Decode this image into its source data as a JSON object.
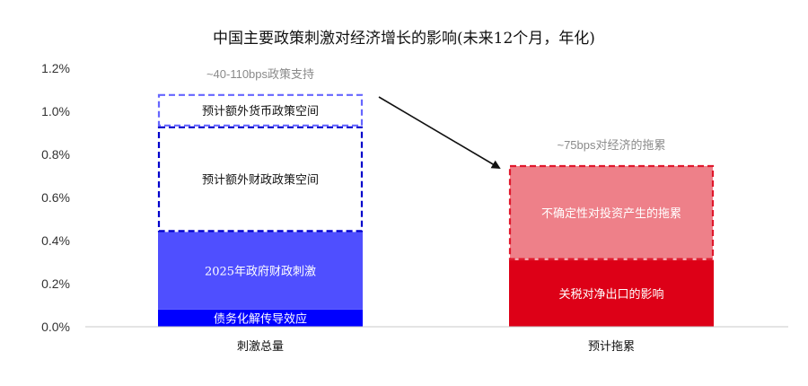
{
  "chart_data": {
    "type": "bar",
    "stacked": true,
    "title": "中国主要政策刺激对经济增长的影响(未来12个月，年化)",
    "ylim": [
      0,
      1.2
    ],
    "yticks": [
      "0.0%",
      "0.2%",
      "0.4%",
      "0.6%",
      "0.8%",
      "1.0%",
      "1.2%"
    ],
    "ytick_values": [
      0,
      0.2,
      0.4,
      0.6,
      0.8,
      1.0,
      1.2
    ],
    "grid": false,
    "categories": [
      {
        "label": "刺激总量",
        "annotation": "~40-110bps政策支持",
        "segments": [
          {
            "label": "债务化解传导效应",
            "value": 0.08,
            "fill": "#0000ff",
            "text_color": "#ffffff",
            "style": "solid"
          },
          {
            "label": "2025年政府财政刺激",
            "value": 0.36,
            "fill": "#4f4fff",
            "text_color": "#ffffff",
            "style": "solid"
          },
          {
            "label": "预计额外财政政策空间",
            "value": 0.49,
            "fill": "#ffffff",
            "stroke": "#0000cc",
            "text_color": "#111111",
            "style": "dashed"
          },
          {
            "label": "预计额外货币政策空间",
            "value": 0.15,
            "fill": "#ffffff",
            "stroke": "#6666ff",
            "text_color": "#111111",
            "style": "dashed"
          }
        ]
      },
      {
        "label": "预计拖累",
        "annotation": "~75bps对经济的拖累",
        "segments": [
          {
            "label": "关税对净出口的影响",
            "value": 0.31,
            "fill": "#dd0017",
            "text_color": "#ffffff",
            "style": "solid"
          },
          {
            "label": "不确定性对投资产生的拖累",
            "value": 0.44,
            "fill": "#ee8089",
            "stroke": "#e0182c",
            "text_color": "#ffffff",
            "style": "dashed"
          }
        ]
      }
    ],
    "arrow": {
      "from": "刺激总量",
      "to": "预计拖累"
    },
    "colors": {
      "axis": "#c8c8c8",
      "tick_text": "#333333",
      "annotation": "#8a8a8a"
    }
  }
}
